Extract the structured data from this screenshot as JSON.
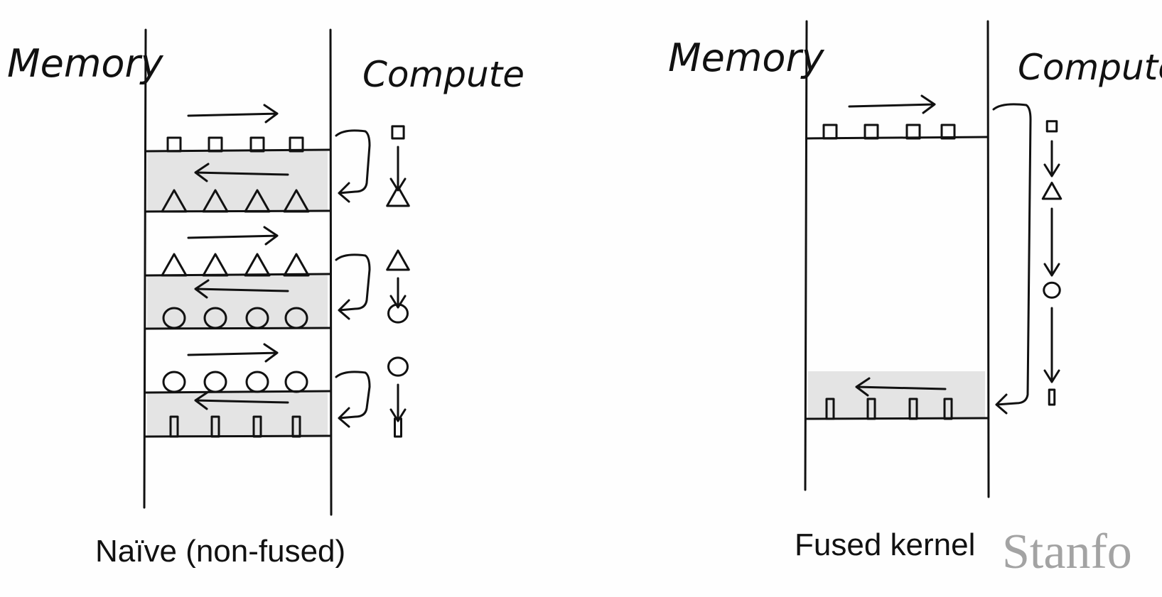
{
  "panels": [
    {
      "id": "naive",
      "memory_label": "Memory",
      "compute_label": "Compute",
      "caption": "Naïve (non-fused)",
      "stages": [
        {
          "read_shape": "square",
          "write_shape": "triangle"
        },
        {
          "read_shape": "triangle",
          "write_shape": "circle"
        },
        {
          "read_shape": "circle",
          "write_shape": "bar"
        }
      ],
      "compute_chain": [
        "square",
        "triangle",
        "triangle",
        "circle",
        "circle",
        "bar"
      ]
    },
    {
      "id": "fused",
      "memory_label": "Memory",
      "compute_label": "Compute",
      "caption": "Fused kernel",
      "stages": [
        {
          "read_shape": "square",
          "write_shape": "bar"
        }
      ],
      "compute_chain": [
        "square",
        "triangle",
        "circle",
        "bar"
      ]
    }
  ],
  "items_per_row": 4,
  "colors": {
    "ink": "#111111",
    "highlight": "#e4e4e4",
    "background": "#fefefe",
    "watermark": "#a3a3a3"
  },
  "watermark": "Stanfo"
}
